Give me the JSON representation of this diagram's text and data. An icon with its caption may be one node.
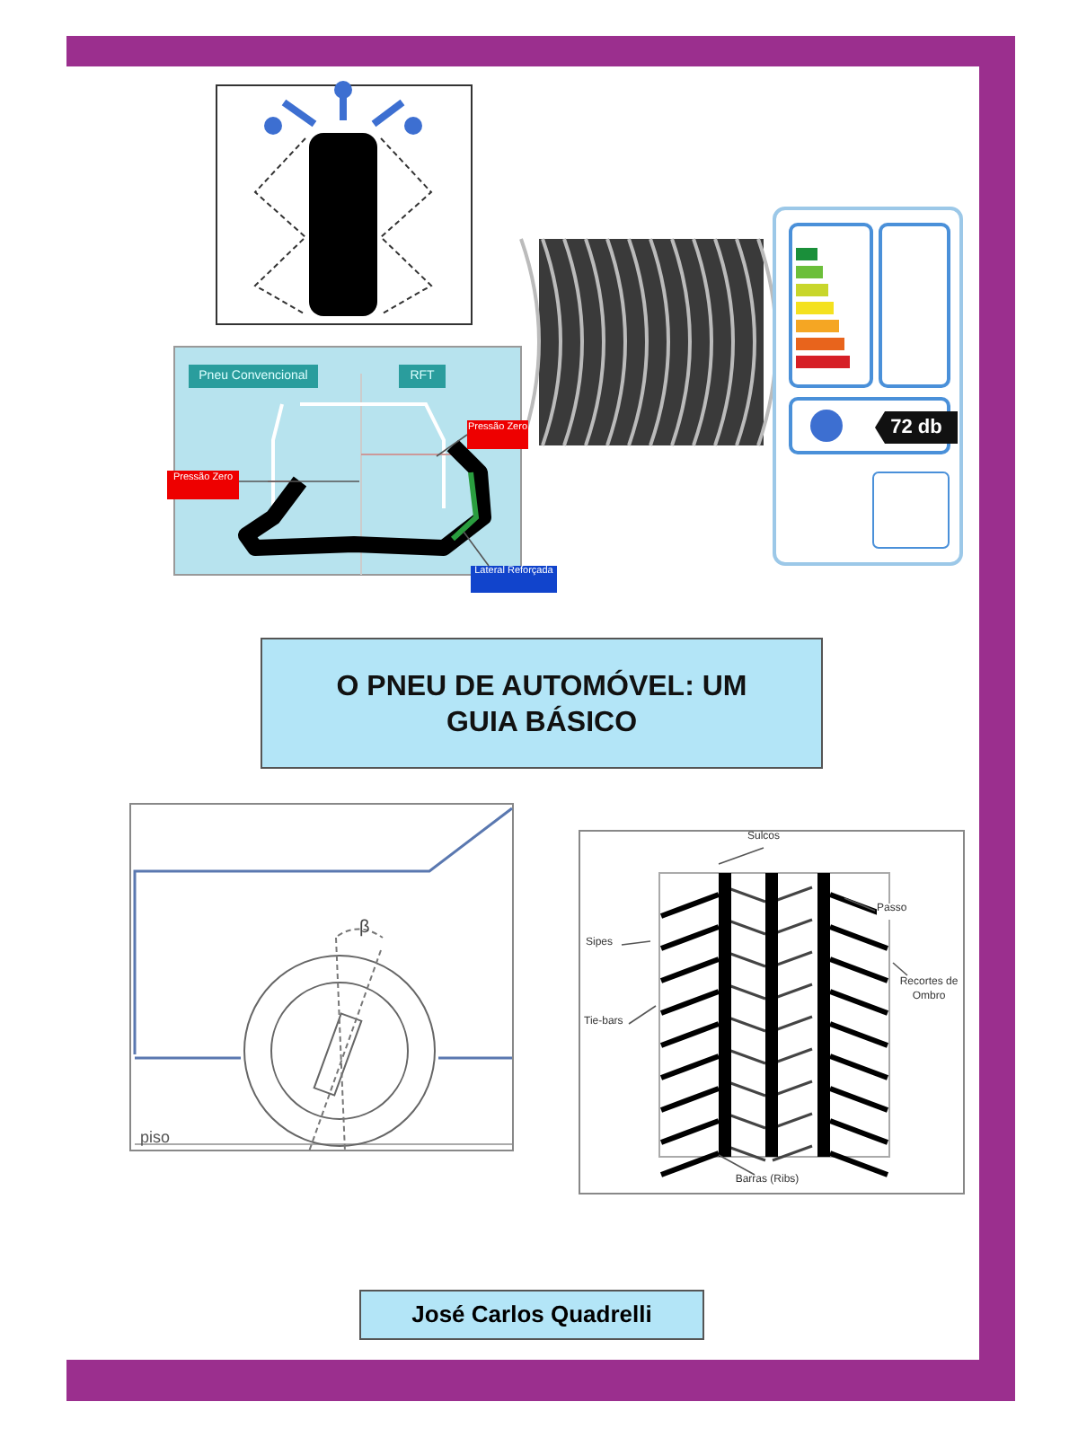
{
  "diagram": {
    "title": "O PNEU DE AUTOMÓVEL: UM GUIA BÁSICO",
    "nodes": [
      {
        "text": [
          "José Carlos Quadrelli"
        ]
      },
      {
        "text": [
          "Pneu Convencional"
        ]
      },
      {
        "text": [
          "RFT"
        ]
      },
      {
        "text": [
          "Pressão Zero"
        ]
      },
      {
        "text": [
          "Pressão Zero"
        ]
      },
      {
        "text": [
          "Lateral Reforçada"
        ]
      },
      {
        "text": [
          "Sulcos"
        ]
      },
      {
        "text": [
          "Sipes"
        ]
      },
      {
        "text": [
          "Passo"
        ]
      },
      {
        "text": [
          "Recortes de Ombro"
        ]
      },
      {
        "text": [
          "Tie-bars"
        ]
      },
      {
        "text": [
          "Barras (Ribs)"
        ]
      }
    ],
    "edges": [
      {
        "from": 3,
        "to": null,
        "arrow": "none"
      },
      {
        "from": 4,
        "to": null,
        "arrow": "none"
      },
      {
        "from": 5,
        "to": null,
        "arrow": "none"
      },
      {
        "from": 6,
        "to": null,
        "arrow": "none"
      },
      {
        "from": 7,
        "to": null,
        "arrow": "none"
      },
      {
        "from": 8,
        "to": null,
        "arrow": "none"
      },
      {
        "from": 9,
        "to": null,
        "arrow": "none"
      },
      {
        "from": 10,
        "to": null,
        "arrow": "none"
      },
      {
        "from": 11,
        "to": null,
        "arrow": "none"
      }
    ],
    "labels": [
      "72 db",
      "β",
      "piso"
    ]
  }
}
